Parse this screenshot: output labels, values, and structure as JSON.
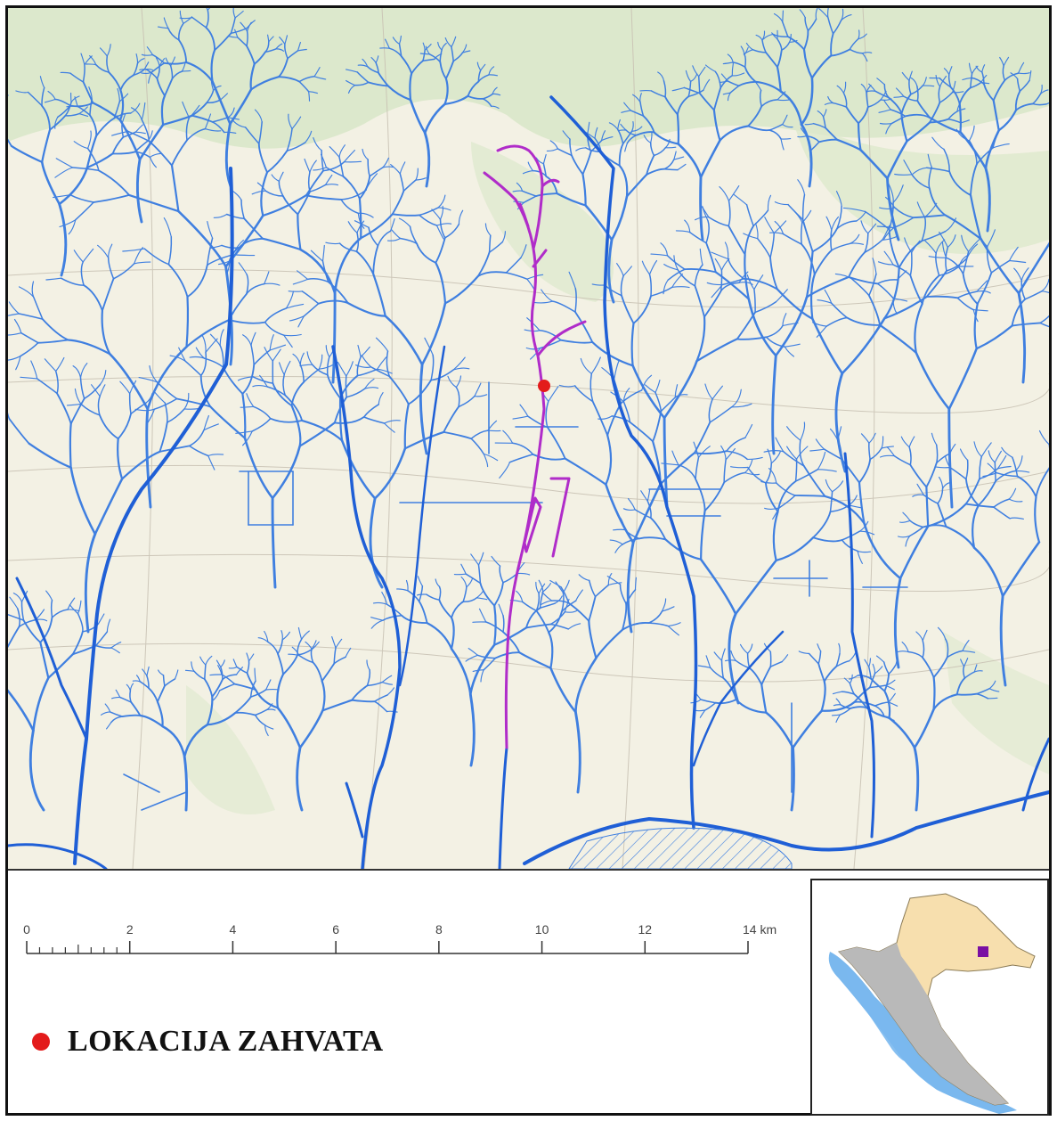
{
  "map": {
    "colors": {
      "background": "#f3f1e4",
      "green_area": "#d9e7c8",
      "river": "#3f7fe0",
      "river_major": "#1f5fd6",
      "highlight_stream": "#b02cc9",
      "location_marker": "#e31b1b"
    },
    "location_marker": {
      "color": "#e31b1b",
      "icon": "red-circle-marker"
    }
  },
  "scale_bar": {
    "ticks": [
      "0",
      "2",
      "4",
      "6",
      "8",
      "10",
      "12",
      "14 km"
    ],
    "max_km": 14
  },
  "legend": {
    "marker_color": "#e31b1b",
    "label": "LOKACIJA ZAHVATA"
  },
  "inset": {
    "country_color": "#f7dfae",
    "karst_color": "#b9b9b9",
    "sea_color": "#7ab8ee",
    "marker_color": "#7a0fa3",
    "marker_icon": "location-square-marker"
  }
}
